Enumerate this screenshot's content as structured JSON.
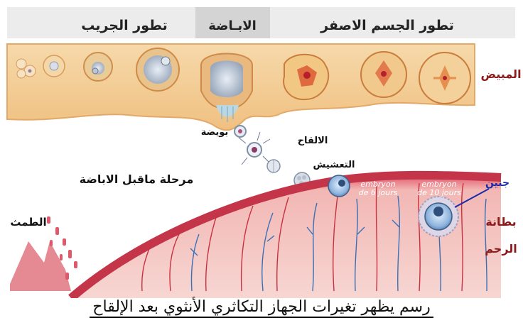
{
  "header": {
    "follicle_dev": "تطور الجريب",
    "ovulation": "الابـاضة",
    "corpus_luteum_dev": "تطور الجسم الاصفر"
  },
  "side_labels": {
    "ovary": "المبيض",
    "embryo": "جنين",
    "endometrium_line1": "بطانة",
    "endometrium_line2": "الرحم"
  },
  "diagram_labels": {
    "ovum": "بويضة",
    "fertilization": "الالقاح",
    "nidation": "التعشيش",
    "pre_ovulation": "مرحلة ماقبل الاباضة",
    "menstruation": "الطمث",
    "embryo_6": "embryon\nde 6 jours",
    "embryo_10": "embryon\nde 10 jours"
  },
  "caption": "رسم يظهر تغيرات الجهاز التكاثري الأنثوي بعد الإلقاح",
  "colors": {
    "header_bg": "#ececec",
    "ovulation_bg": "#d4d4d4",
    "ovary_fill": "#f1c98f",
    "ovary_edge": "#e3a968",
    "uterus_top": "#d2465a",
    "uterus_body": "#f4c6c2",
    "vessel_red": "#c93040",
    "vessel_blue": "#3a6fb5",
    "label_red": "#8b1a1a",
    "label_blue": "#1a2aa8"
  }
}
